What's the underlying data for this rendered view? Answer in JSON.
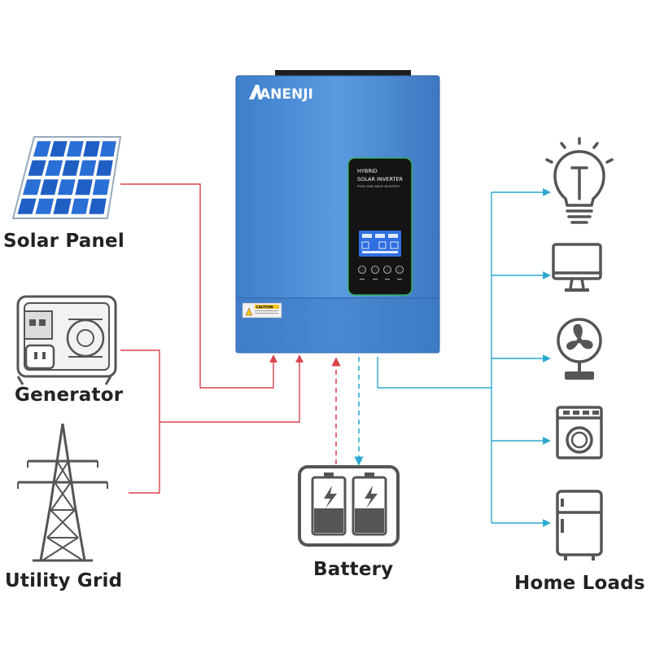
{
  "brand": {
    "logo_text": "ANENJI",
    "display_line1": "HYBRID",
    "display_line2": "SOLAR INVERTER",
    "display_line3": "PURE SINE WAVE INVERTER",
    "caution_text": "CAUTION"
  },
  "sources": {
    "solar_label": "Solar Panel",
    "generator_label": "Generator",
    "grid_label": "Utility Grid"
  },
  "storage": {
    "battery_label": "Battery"
  },
  "loads": {
    "label": "Home Loads",
    "icons": [
      "light-bulb-icon",
      "monitor-icon",
      "fan-icon",
      "washing-machine-icon",
      "refrigerator-icon"
    ]
  },
  "colors": {
    "input_line": "#d9434b",
    "output_line": "#2aa8d0",
    "inverter_body": "#4f8fd6",
    "icon_gray": "#555555"
  }
}
